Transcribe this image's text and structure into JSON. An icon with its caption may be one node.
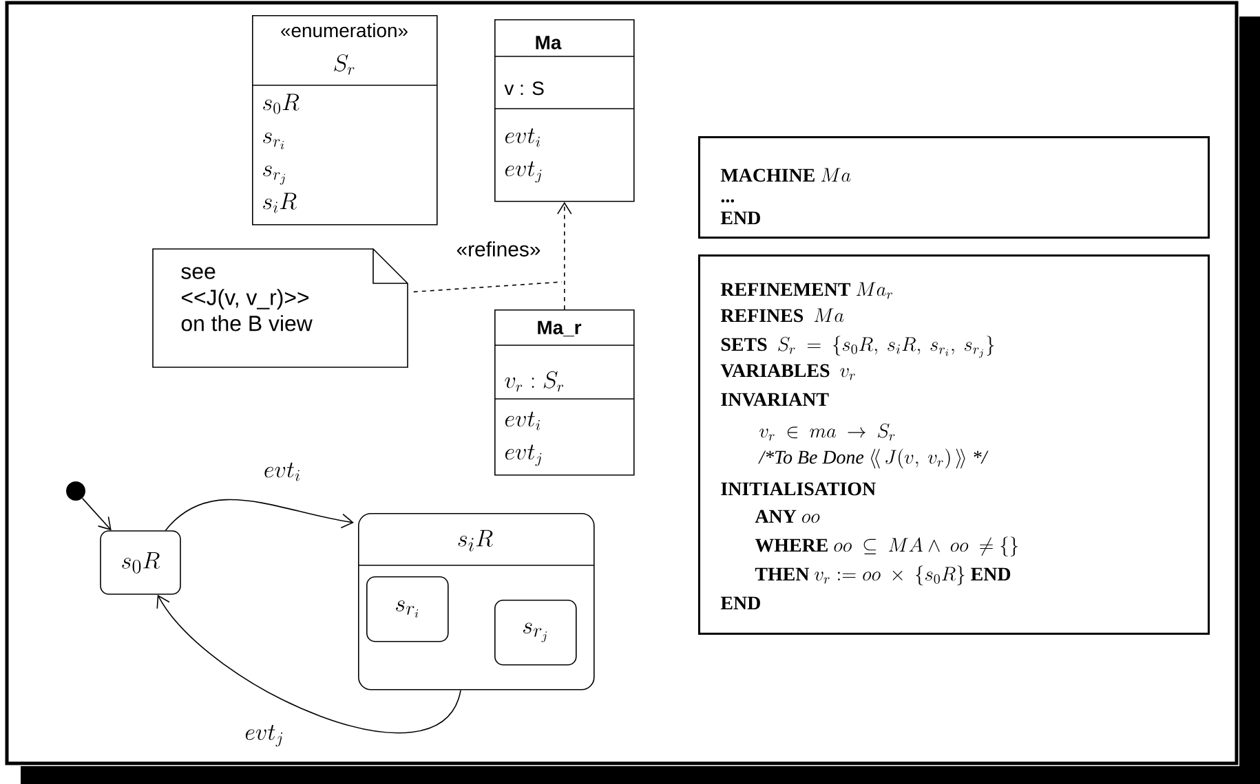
{
  "diagram": {
    "nodes": [
      {
        "text": [
          "«enumeration»",
          "S_r",
          "s_0R",
          "s_{r_i}",
          "s_{r_j}",
          "s_iR"
        ]
      },
      {
        "text": [
          "Ma",
          "v : S",
          "evt_i",
          "evt_j"
        ]
      },
      {
        "text": [
          "see <<J(v, v_r)>> on the B view"
        ]
      },
      {
        "text": [
          "Ma_r",
          "v_r : S_r",
          "evt_i",
          "evt_j"
        ]
      },
      {
        "text": [],
        "shape": "circle"
      },
      {
        "text": [
          "s_0R"
        ]
      },
      {
        "text": [
          "s_iR"
        ]
      },
      {
        "text": [
          "s_{r_i}"
        ],
        "in": 6
      },
      {
        "text": [
          "s_{r_j}"
        ],
        "in": 6
      },
      {
        "text": [
          "\\textbf{MACHINE}\\ Ma",
          "\\textbf{...}",
          "\\textbf{END}"
        ]
      },
      {
        "text": [
          "\\textbf{REFINEMENT}\\ Ma_r",
          "\\textbf{REFINES}\\ \\ Ma",
          "\\textbf{SETS}\\ \\ S_r\\ =\\ \\{s_0R,\\ s_iR,\\ s_{r_i},\\ s_{r_j}\\}",
          "\\textbf{VARIABLES}\\ \\ v_r",
          "\\textbf{INVARIANT}",
          "v_r\\ \\in\\ ma\\ \\rightarrow\\ S_r",
          "\\textit{/*To Be Done}\\ \\langle\\!\\langle\\, J(v,\\ v_r)\\, \\rangle\\!\\rangle\\ \\textit{*/}",
          "\\textbf{INITIALISATION}",
          "\\textbf{ANY}\\ oo",
          "\\textbf{WHERE}\\ oo\\ \\subseteq\\ MA \\wedge\\ oo\\ \\neq \\{\\}",
          "\\textbf{THEN}\\ v_r := oo\\ \\times\\ \\{s_0R\\}\\ \\textbf{END}",
          "\\textbf{END}"
        ]
      }
    ],
    "edges": [
      {
        "from": 3,
        "to": 1,
        "arrow": "to",
        "label": "«refines»",
        "style": "dashed"
      },
      {
        "from": 2,
        "to": null,
        "arrow": "none",
        "style": "dashed"
      },
      {
        "from": 4,
        "to": 5,
        "arrow": "to"
      },
      {
        "from": 5,
        "to": 6,
        "arrow": "to",
        "label": "evt_i"
      },
      {
        "from": 6,
        "to": 5,
        "arrow": "to",
        "label": "evt_j"
      }
    ]
  }
}
